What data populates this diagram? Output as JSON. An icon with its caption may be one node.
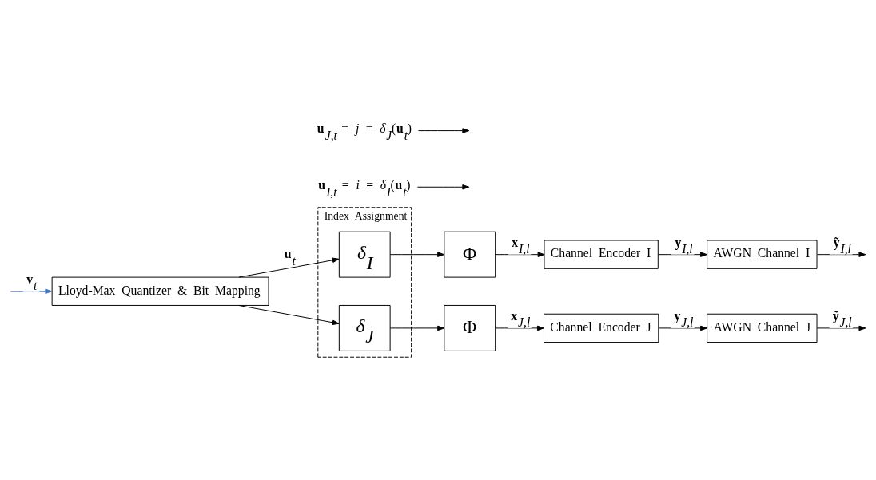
{
  "diagram": {
    "nodes": [
      {
        "text": [
          "Index Assignment"
        ]
      },
      {
        "text": [
          "Lloyd-Max Quantizer & Bit Mapping"
        ]
      },
      {
        "text": [
          "*δ*$_{I}$"
        ],
        "in": 0
      },
      {
        "text": [
          "*δ*$_{J}$"
        ],
        "in": 0
      },
      {
        "text": [
          "Φ"
        ]
      },
      {
        "text": [
          "Channel Encoder I"
        ]
      },
      {
        "text": [
          "AWGN Channel I"
        ]
      },
      {
        "text": [
          "Φ"
        ]
      },
      {
        "text": [
          "Channel Encoder J"
        ]
      },
      {
        "text": [
          "AWGN Channel J"
        ]
      },
      {
        "text": [
          "**u**$_{I,t}$ = *i* = *δ*$_{I}$(**u**$_{t}$)"
        ]
      },
      {
        "text": [
          "**u**$_{J,t}$ = *j* = *δ*$_{J}$(**u**$_{t}$)"
        ]
      }
    ],
    "edges": [
      {
        "from": null,
        "to": 1,
        "arrow": "to",
        "label": "**v**$_{t}$",
        "color": "#4472c4"
      },
      {
        "from": 1,
        "to": 2,
        "arrow": "to",
        "label": "**u**$_{t}$"
      },
      {
        "from": 1,
        "to": 3,
        "arrow": "to"
      },
      {
        "from": 2,
        "to": 4,
        "arrow": "to"
      },
      {
        "from": 4,
        "to": 5,
        "arrow": "to",
        "label": "**x**$_{I,l}$"
      },
      {
        "from": 5,
        "to": 6,
        "arrow": "to",
        "label": "**y**$_{I,l}$"
      },
      {
        "from": 6,
        "to": null,
        "arrow": "to",
        "label": "**ỹ**$_{I,l}$"
      },
      {
        "from": 3,
        "to": 7,
        "arrow": "to"
      },
      {
        "from": 7,
        "to": 8,
        "arrow": "to",
        "label": "**x**$_{J,l}$"
      },
      {
        "from": 8,
        "to": 9,
        "arrow": "to",
        "label": "**y**$_{J,l}$"
      },
      {
        "from": 9,
        "to": null,
        "arrow": "to",
        "label": "**ỹ**$_{J,l}$"
      },
      {
        "from": 10,
        "to": null,
        "arrow": "to"
      },
      {
        "from": 11,
        "to": null,
        "arrow": "to"
      }
    ]
  }
}
